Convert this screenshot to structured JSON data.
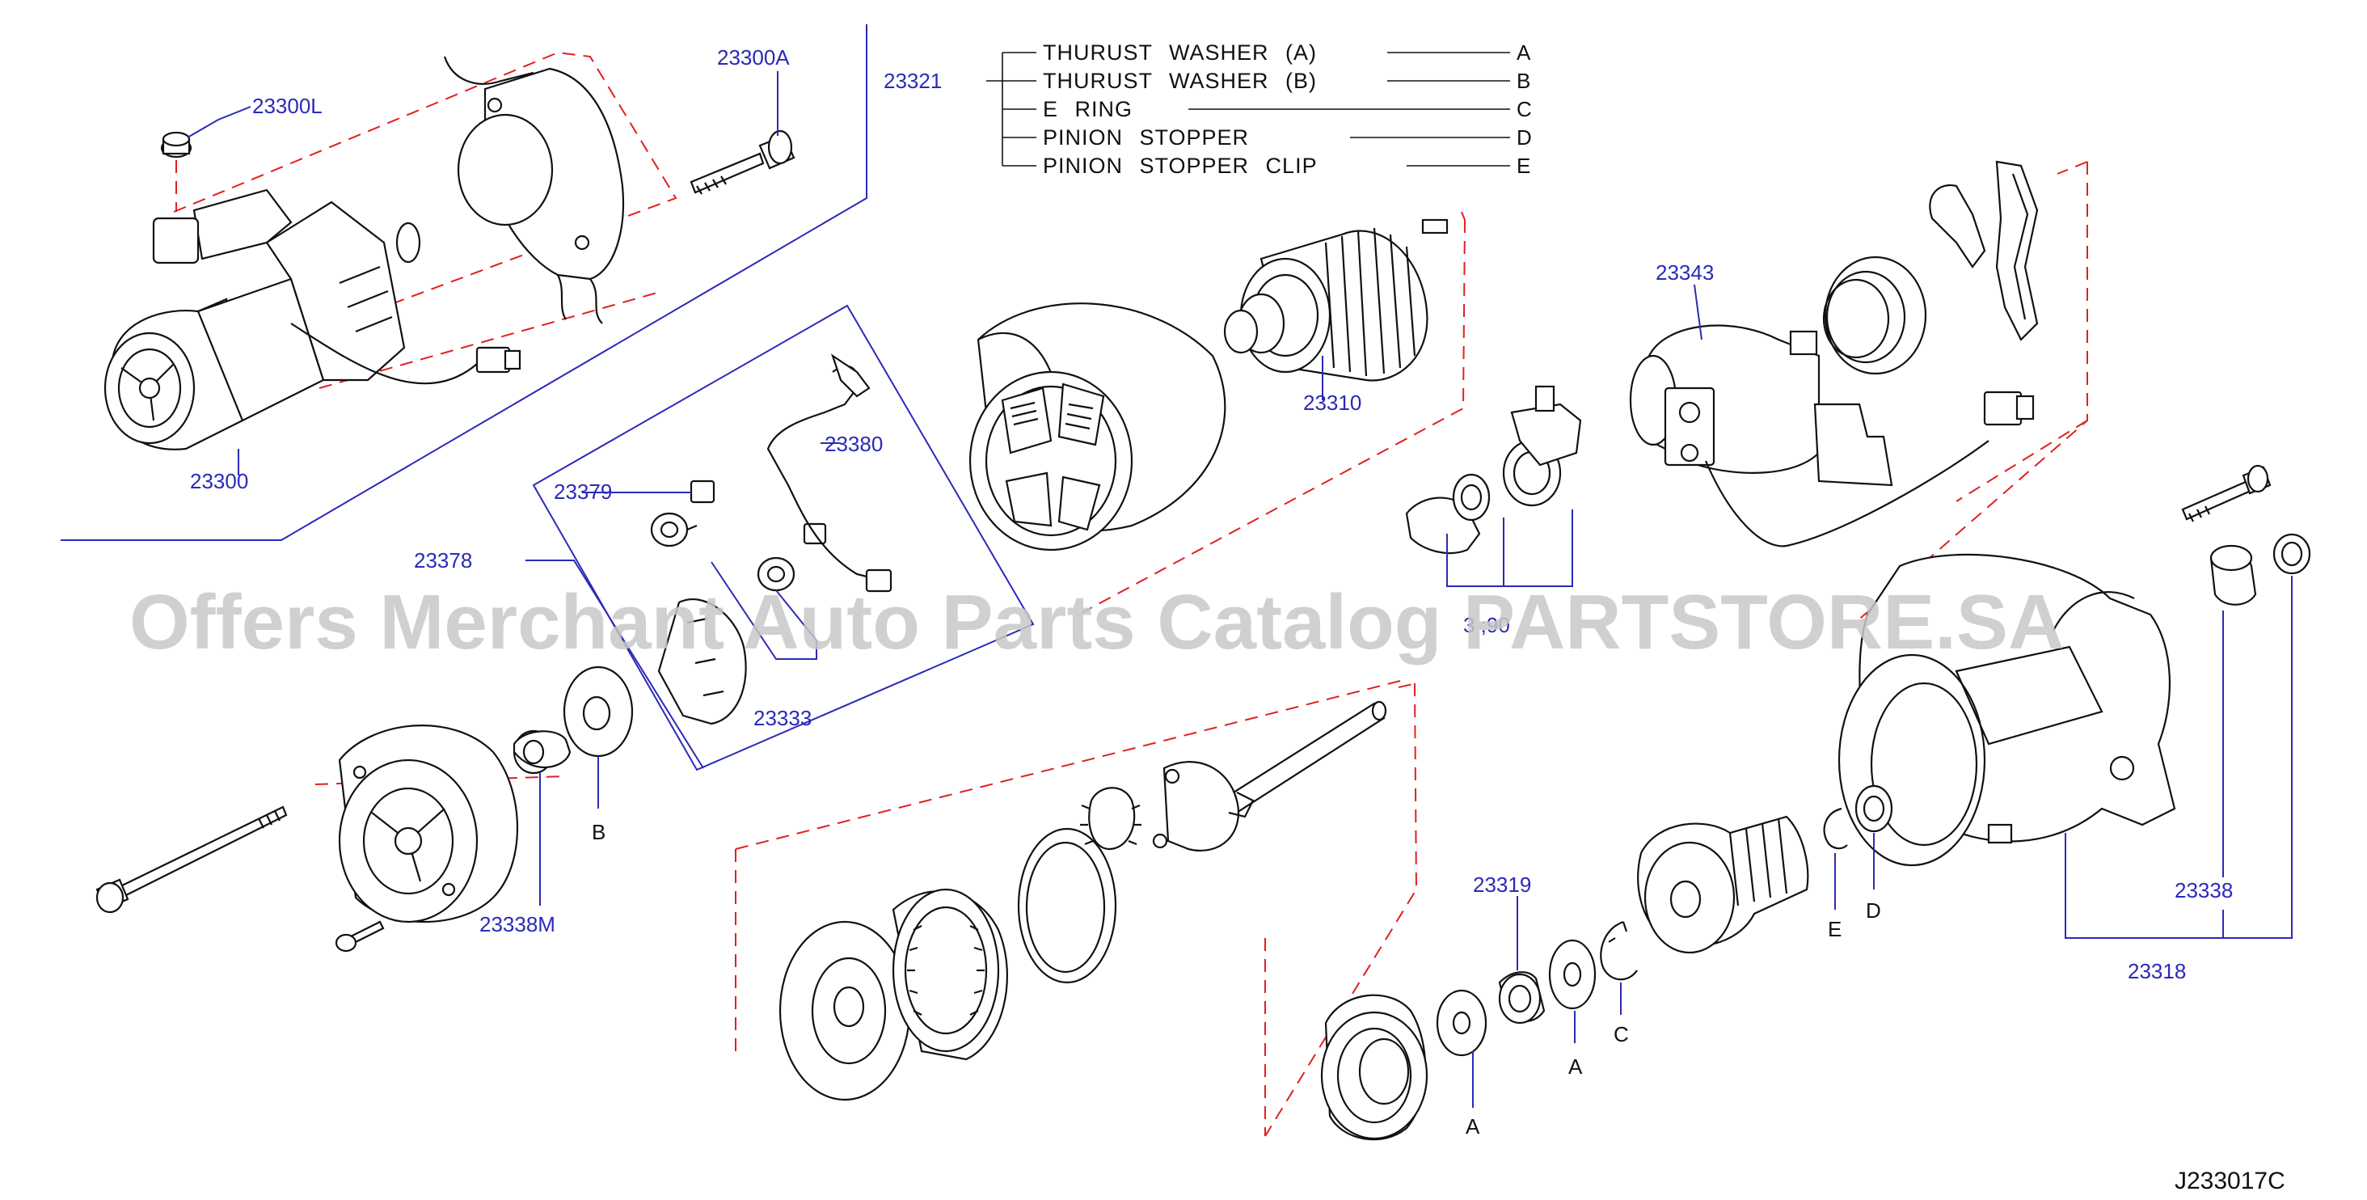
{
  "diagram": {
    "watermark": "Offers Merchant Auto Parts Catalog PARTSTORE.SA",
    "diagram_code": "J233017C",
    "part_labels": {
      "p23300A": "23300A",
      "p23300L": "23300L",
      "p23300": "23300",
      "p23321": "23321",
      "p23310": "23310",
      "p23343": "23343",
      "p23379": "23379",
      "p23380": "23380",
      "p23378": "23378",
      "p23333": "23333",
      "p23390": "3 ;90",
      "p23338M": "23338M",
      "p23319": "23319",
      "p23338": "23338",
      "p23318": "23318"
    },
    "legend": [
      {
        "name": "THURUST WASHER (A)",
        "key": "A"
      },
      {
        "name": "THURUST WASHER (B)",
        "key": "B"
      },
      {
        "name": "E RING",
        "key": "C"
      },
      {
        "name": "PINION STOPPER",
        "key": "D"
      },
      {
        "name": "PINION STOPPER CLIP",
        "key": "E"
      }
    ],
    "key_labels": {
      "k_b": "B",
      "k_a1": "A",
      "k_a2": "A",
      "k_c": "C",
      "k_e": "E",
      "k_d": "D"
    }
  }
}
